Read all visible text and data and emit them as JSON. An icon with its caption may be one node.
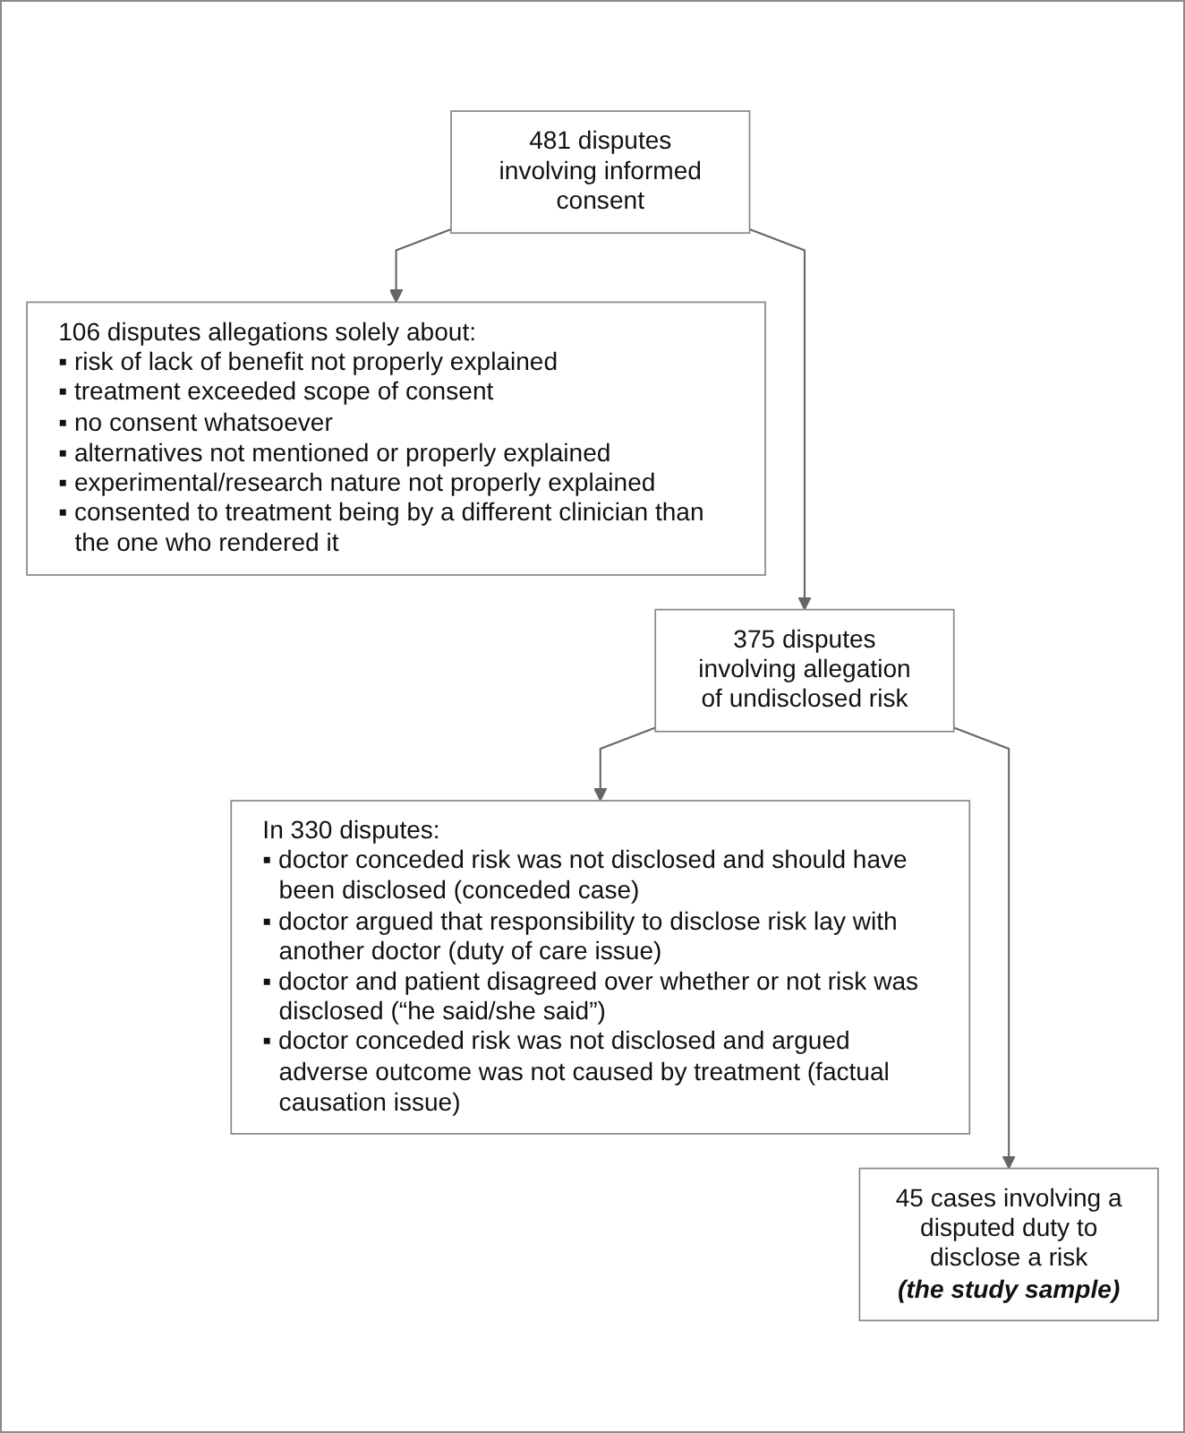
{
  "diagram": {
    "nodes": [
      {
        "text": [
          "481 disputes involving informed consent"
        ]
      },
      {
        "text": [
          "106 disputes allegations solely about:",
          "▪ risk of lack of benefit not properly explained",
          "▪ treatment exceeded scope of consent",
          "▪ no consent whatsoever",
          "▪ alternatives not mentioned or properly explained",
          "▪ experimental/research nature not properly explained",
          "▪ consented to treatment being by a different clinician than the one who rendered it"
        ]
      },
      {
        "text": [
          "375 disputes involving allegation of undisclosed risk"
        ]
      },
      {
        "text": [
          "In 330 disputes:",
          "▪ doctor conceded risk was not disclosed and should have been disclosed (conceded case)",
          "▪ doctor argued that responsibility to disclose risk lay with another doctor (duty of care issue)",
          "▪ doctor and patient disagreed over whether or not risk was disclosed (“he said/she said”)",
          "▪ doctor conceded risk was not disclosed and argued adverse outcome was not caused by treatment (factual causation issue)"
        ]
      },
      {
        "text": [
          "45 cases involving a disputed duty to disclose a risk",
          "(the study sample)"
        ]
      }
    ],
    "edges": [
      {
        "from": 0,
        "to": 1,
        "arrow": "to"
      },
      {
        "from": 0,
        "to": 2,
        "arrow": "to"
      },
      {
        "from": 2,
        "to": 3,
        "arrow": "to"
      },
      {
        "from": 2,
        "to": 4,
        "arrow": "to"
      }
    ]
  }
}
